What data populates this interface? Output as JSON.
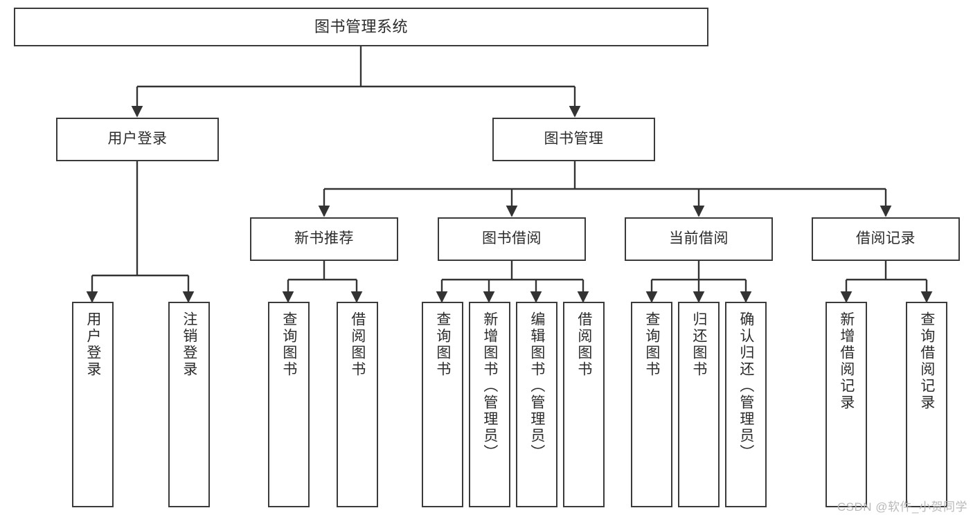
{
  "diagram": {
    "title": "图书管理系统",
    "type": "hierarchy-tree",
    "watermark": "CSDN @软件_小贺同学",
    "colors": {
      "box_border": "#3a3a3a",
      "box_fill": "#ffffff",
      "connector": "#333333",
      "text": "#2b2b2b",
      "watermark": "#b9b9b9"
    },
    "levels": {
      "level1": [
        {
          "id": "root",
          "label": "图书管理系统"
        }
      ],
      "level2": [
        {
          "id": "user-login",
          "label": "用户登录"
        },
        {
          "id": "book-manage",
          "label": "图书管理"
        }
      ],
      "level3": [
        {
          "id": "new-book-recommend",
          "label": "新书推荐"
        },
        {
          "id": "book-borrow",
          "label": "图书借阅"
        },
        {
          "id": "current-borrow",
          "label": "当前借阅"
        },
        {
          "id": "borrow-record",
          "label": "借阅记录"
        }
      ],
      "level4": [
        {
          "id": "leaf-user-login",
          "label": "用户登录"
        },
        {
          "id": "leaf-logout",
          "label": "注销登录"
        },
        {
          "id": "leaf-query-book-1",
          "label": "查询图书"
        },
        {
          "id": "leaf-borrow-book-1",
          "label": "借阅图书"
        },
        {
          "id": "leaf-query-book-2",
          "label": "查询图书"
        },
        {
          "id": "leaf-add-book",
          "label": "新增图书（管理员）"
        },
        {
          "id": "leaf-edit-book",
          "label": "编辑图书（管理员）"
        },
        {
          "id": "leaf-borrow-book-2",
          "label": "借阅图书"
        },
        {
          "id": "leaf-query-book-3",
          "label": "查询图书"
        },
        {
          "id": "leaf-return-book",
          "label": "归还图书"
        },
        {
          "id": "leaf-confirm-return",
          "label": "确认归还（管理员）"
        },
        {
          "id": "leaf-add-record",
          "label": "新增借阅记录"
        },
        {
          "id": "leaf-query-record",
          "label": "查询借阅记录"
        }
      ]
    },
    "edges": [
      {
        "from": "root",
        "to": "user-login"
      },
      {
        "from": "root",
        "to": "book-manage"
      },
      {
        "from": "user-login",
        "to": "leaf-user-login"
      },
      {
        "from": "user-login",
        "to": "leaf-logout"
      },
      {
        "from": "book-manage",
        "to": "new-book-recommend"
      },
      {
        "from": "book-manage",
        "to": "book-borrow"
      },
      {
        "from": "book-manage",
        "to": "current-borrow"
      },
      {
        "from": "book-manage",
        "to": "borrow-record"
      },
      {
        "from": "new-book-recommend",
        "to": "leaf-query-book-1"
      },
      {
        "from": "new-book-recommend",
        "to": "leaf-borrow-book-1"
      },
      {
        "from": "book-borrow",
        "to": "leaf-query-book-2"
      },
      {
        "from": "book-borrow",
        "to": "leaf-add-book"
      },
      {
        "from": "book-borrow",
        "to": "leaf-edit-book"
      },
      {
        "from": "book-borrow",
        "to": "leaf-borrow-book-2"
      },
      {
        "from": "current-borrow",
        "to": "leaf-query-book-3"
      },
      {
        "from": "current-borrow",
        "to": "leaf-return-book"
      },
      {
        "from": "current-borrow",
        "to": "leaf-confirm-return"
      },
      {
        "from": "borrow-record",
        "to": "leaf-add-record"
      },
      {
        "from": "borrow-record",
        "to": "leaf-query-record"
      }
    ]
  }
}
